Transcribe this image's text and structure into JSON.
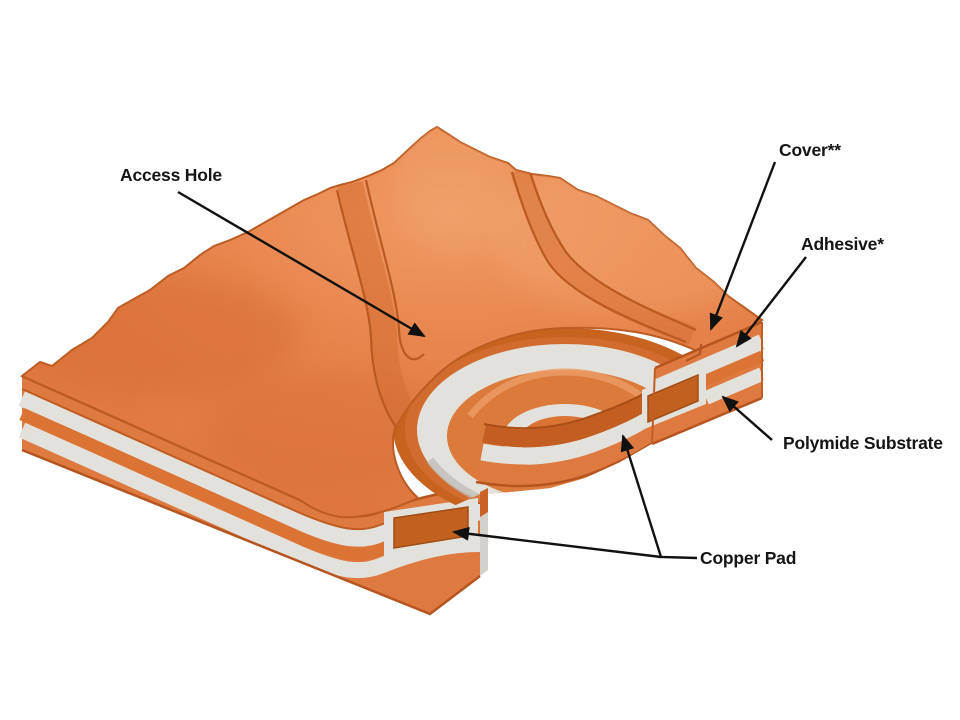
{
  "diagram": {
    "background": "#ffffff",
    "labels": {
      "access_hole": "Access Hole",
      "cover": "Cover**",
      "adhesive": "Adhesive*",
      "substrate": "Polymide Substrate",
      "copper_pad": "Copper Pad"
    },
    "colors": {
      "board_orange": "#E8854E",
      "board_orange_dark": "#C7631F",
      "copper_pad_orange": "#DC7A3C",
      "copper_cut_dark": "#C45D21",
      "adhesive_white": "#E3E1DC",
      "outline_dark": "#B5541E",
      "annotation_black": "#151515"
    }
  }
}
